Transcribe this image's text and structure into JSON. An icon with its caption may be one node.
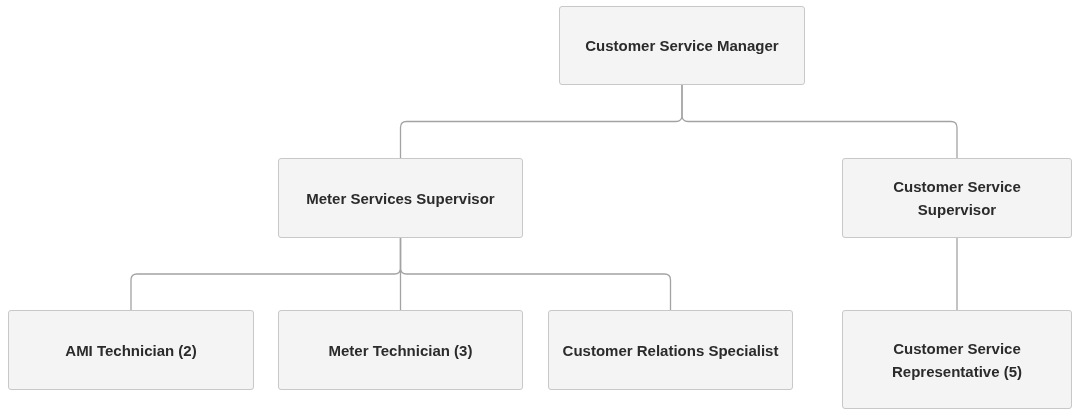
{
  "diagram": {
    "nodes": [
      {
        "text": [
          "Customer Service Manager"
        ]
      },
      {
        "text": [
          "Meter Services Supervisor"
        ]
      },
      {
        "text": [
          "Customer Service Supervisor"
        ]
      },
      {
        "text": [
          "AMI Technician (2)"
        ]
      },
      {
        "text": [
          "Meter Technician (3)"
        ]
      },
      {
        "text": [
          "Customer Relations Specialist"
        ]
      },
      {
        "text": [
          "Customer Service Representative (5)"
        ]
      }
    ],
    "edges": [
      {
        "from": 0,
        "to": 1,
        "arrow": "none"
      },
      {
        "from": 0,
        "to": 2,
        "arrow": "none"
      },
      {
        "from": 1,
        "to": 3,
        "arrow": "none"
      },
      {
        "from": 1,
        "to": 4,
        "arrow": "none"
      },
      {
        "from": 1,
        "to": 5,
        "arrow": "none"
      },
      {
        "from": 2,
        "to": 6,
        "arrow": "none"
      }
    ]
  }
}
